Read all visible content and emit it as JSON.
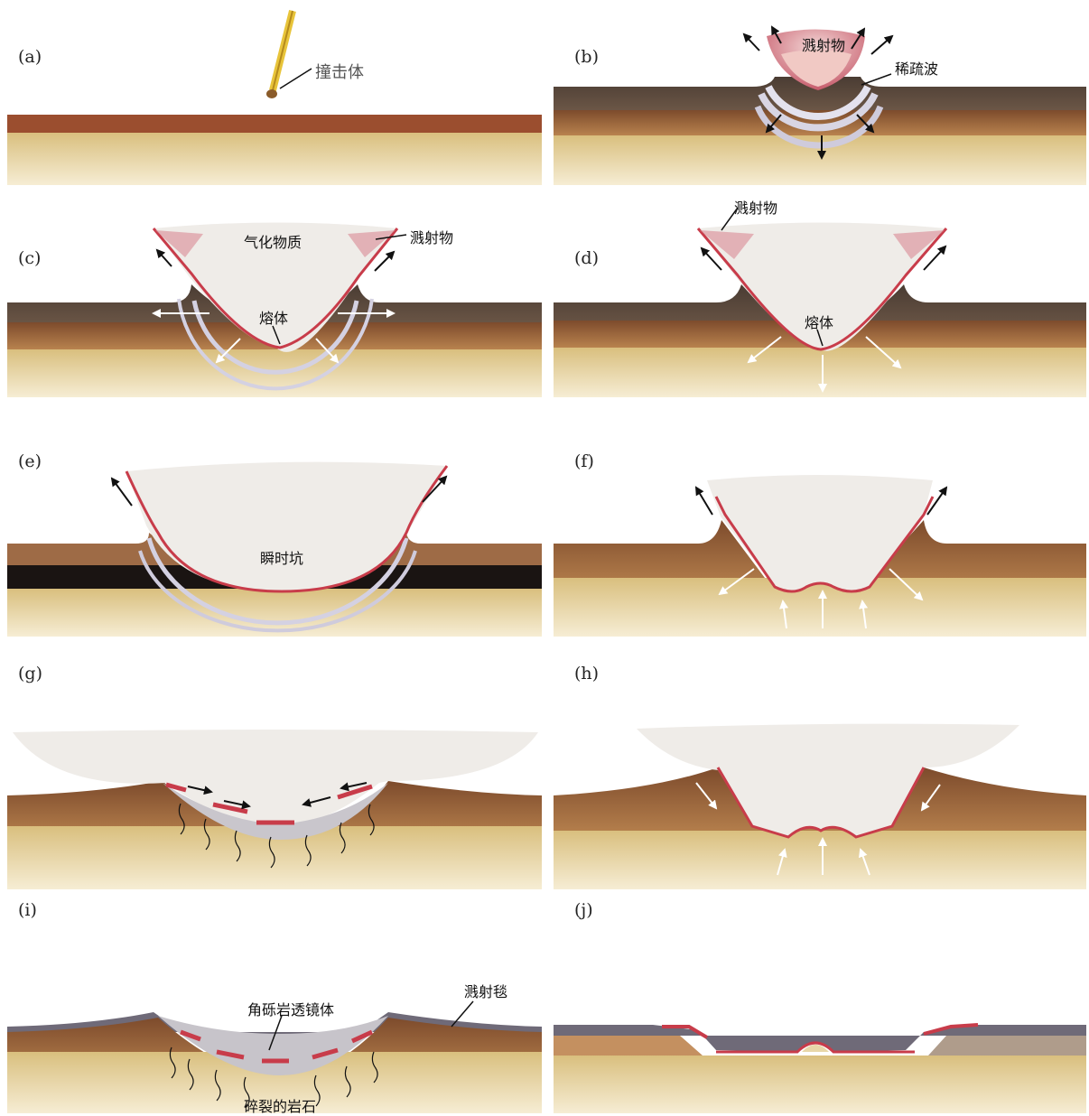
{
  "panels": {
    "a": {
      "label": "(a)",
      "notes": {
        "impactor": "撞击体"
      }
    },
    "b": {
      "label": "(b)",
      "notes": {
        "ejecta": "溅射物",
        "rarefaction": "稀疏波"
      }
    },
    "c": {
      "label": "(c)",
      "notes": {
        "vapor": "气化物质",
        "ejecta": "溅射物",
        "melt": "熔体"
      }
    },
    "d": {
      "label": "(d)",
      "notes": {
        "ejecta": "溅射物",
        "melt": "熔体"
      }
    },
    "e": {
      "label": "(e)",
      "notes": {
        "transient_crater": "瞬时坑"
      }
    },
    "f": {
      "label": "(f)",
      "notes": {}
    },
    "g": {
      "label": "(g)",
      "notes": {}
    },
    "h": {
      "label": "(h)",
      "notes": {}
    },
    "i": {
      "label": "(i)",
      "notes": {
        "breccia_lens": "角砾岩透镜体",
        "ejecta_blanket": "溅射毯",
        "fractured_rock": "碎裂的岩石"
      }
    },
    "j": {
      "label": "(j)",
      "notes": {}
    }
  },
  "colors": {
    "surface_dark": "#5a4a3e",
    "layer_brown": "#9a6a45",
    "subsoil": "#e8d7a8",
    "melt_red": "#c83c4a",
    "shock_wave": "#c9c6d8",
    "arrow": "#111111"
  }
}
